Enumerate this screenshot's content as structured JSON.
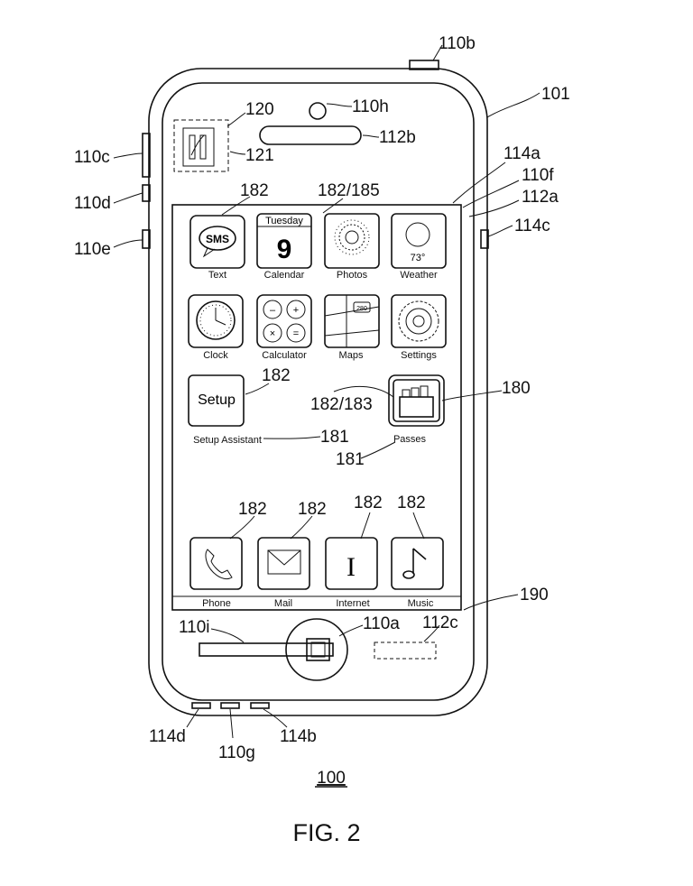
{
  "figure": {
    "caption": "FIG. 2",
    "device_number": "100"
  },
  "references": {
    "r110b": "110b",
    "r101": "101",
    "r120": "120",
    "r110h": "110h",
    "r112b": "112b",
    "r121": "121",
    "r110c": "110c",
    "r110d": "110d",
    "r110e": "110e",
    "r114a": "114a",
    "r110f": "110f",
    "r112a": "112a",
    "r114c": "114c",
    "r182_top": "182",
    "r182_185": "182/185",
    "r182_setup": "182",
    "r182_183": "182/183",
    "r180": "180",
    "r181_setup": "181",
    "r181_passes": "181",
    "r182_dock1": "182",
    "r182_dock2": "182",
    "r182_dock3": "182",
    "r182_dock4": "182",
    "r190": "190",
    "r110i": "110i",
    "r110a": "110a",
    "r112c": "112c",
    "r114d": "114d",
    "r110g": "110g",
    "r114b": "114b"
  },
  "apps": {
    "text_icon": "SMS",
    "text": "Text",
    "calendar_day": "Tuesday",
    "calendar_date": "9",
    "calendar": "Calendar",
    "photos": "Photos",
    "weather_temp": "73°",
    "weather": "Weather",
    "clock": "Clock",
    "calculator": "Calculator",
    "maps_sign": "280",
    "maps": "Maps",
    "settings": "Settings",
    "setup_icon": "Setup",
    "setup_assistant": "Setup Assistant",
    "passes": "Passes"
  },
  "dock": {
    "phone": "Phone",
    "mail": "Mail",
    "internet_icon": "I",
    "internet": "Internet",
    "music": "Music"
  }
}
